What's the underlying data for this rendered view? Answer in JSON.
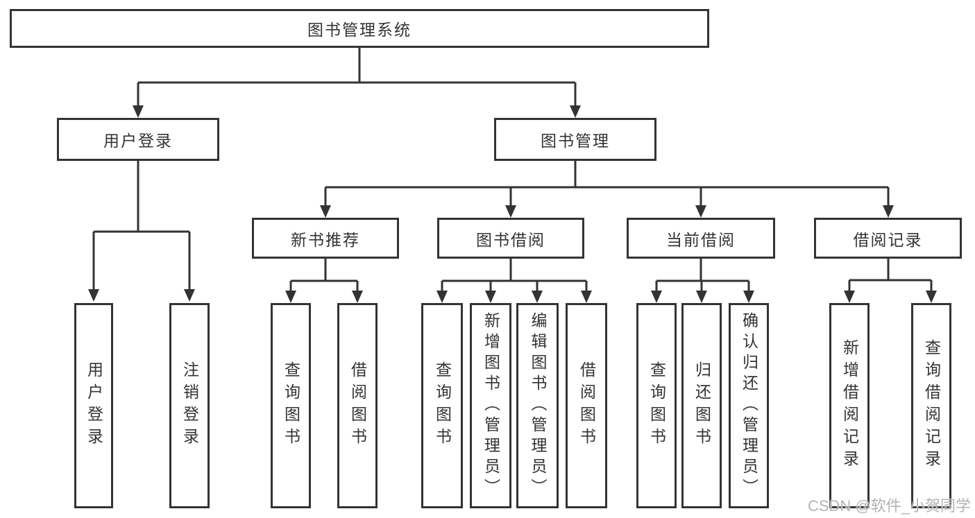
{
  "title": "图书管理系统",
  "level2": [
    "用户登录",
    "图书管理"
  ],
  "level3": [
    "新书推荐",
    "图书借阅",
    "当前借阅",
    "借阅记录"
  ],
  "leaves": {
    "login": [
      "用户登录",
      "注销登录"
    ],
    "recommend": [
      "查询图书",
      "借阅图书"
    ],
    "borrow": [
      "查询图书",
      "新增图书（管理员）",
      "编辑图书（管理员）",
      "借阅图书"
    ],
    "current": [
      "查询图书",
      "归还图书",
      "确认归还（管理员）"
    ],
    "records": [
      "新增借阅记录",
      "查询借阅记录"
    ]
  },
  "watermark": "CSDN @软件_小贺同学",
  "colors": {
    "line": "#333333",
    "text": "#333333",
    "watermark": "#b3b3b3",
    "background": "#ffffff"
  }
}
